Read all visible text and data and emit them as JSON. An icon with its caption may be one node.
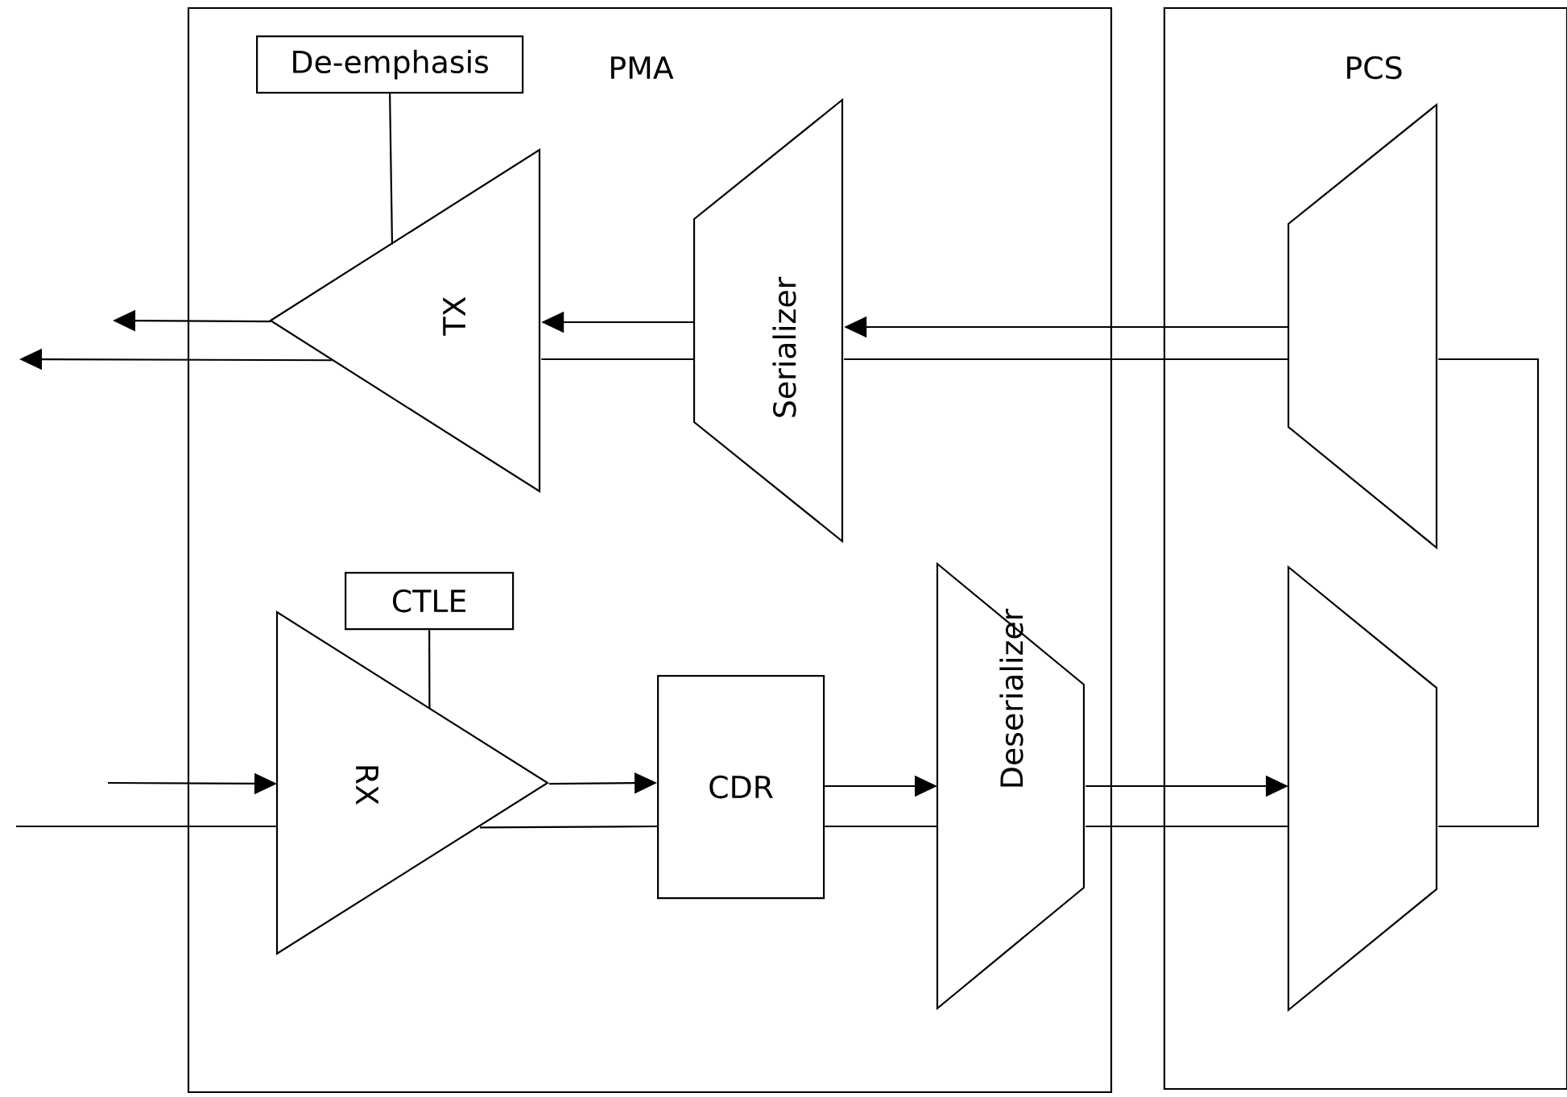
{
  "diagram": {
    "nodes": [
      {
        "text": [
          "PMA"
        ]
      },
      {
        "text": [
          "PCS"
        ]
      },
      {
        "text": [
          "De-emphasis"
        ],
        "in": 0
      },
      {
        "text": [
          "TX"
        ],
        "in": 0
      },
      {
        "text": [
          "Serializer"
        ],
        "in": 0
      },
      {
        "text": [
          "CTLE"
        ],
        "in": 0
      },
      {
        "text": [
          "RX"
        ],
        "in": 0
      },
      {
        "text": [
          "CDR"
        ],
        "in": 0
      },
      {
        "text": [
          "Deserializer"
        ],
        "in": 0
      },
      {
        "text": [],
        "shape": "trapezoid",
        "in": 1
      },
      {
        "text": [],
        "shape": "trapezoid",
        "in": 1
      }
    ],
    "edges": [
      {
        "from": 2,
        "to": 3,
        "arrow": "none"
      },
      {
        "from": 5,
        "to": 6,
        "arrow": "none"
      },
      {
        "from": 9,
        "to": 4,
        "arrow": "to"
      },
      {
        "from": 4,
        "to": 3,
        "arrow": "to"
      },
      {
        "from": 3,
        "to": null,
        "arrow": "to"
      },
      {
        "from": 4,
        "to": null,
        "arrow": "to"
      },
      {
        "from": 9,
        "to": 4,
        "arrow": "none"
      },
      {
        "from": 9,
        "to": 10,
        "arrow": "none"
      },
      {
        "from": 10,
        "to": 8,
        "arrow": "none"
      },
      {
        "from": 8,
        "to": 7,
        "arrow": "none"
      },
      {
        "from": 7,
        "to": null,
        "arrow": "none"
      },
      {
        "from": null,
        "to": 6,
        "arrow": "to"
      },
      {
        "from": 6,
        "to": 7,
        "arrow": "to"
      },
      {
        "from": 7,
        "to": 8,
        "arrow": "to"
      },
      {
        "from": 8,
        "to": 10,
        "arrow": "to"
      }
    ]
  }
}
